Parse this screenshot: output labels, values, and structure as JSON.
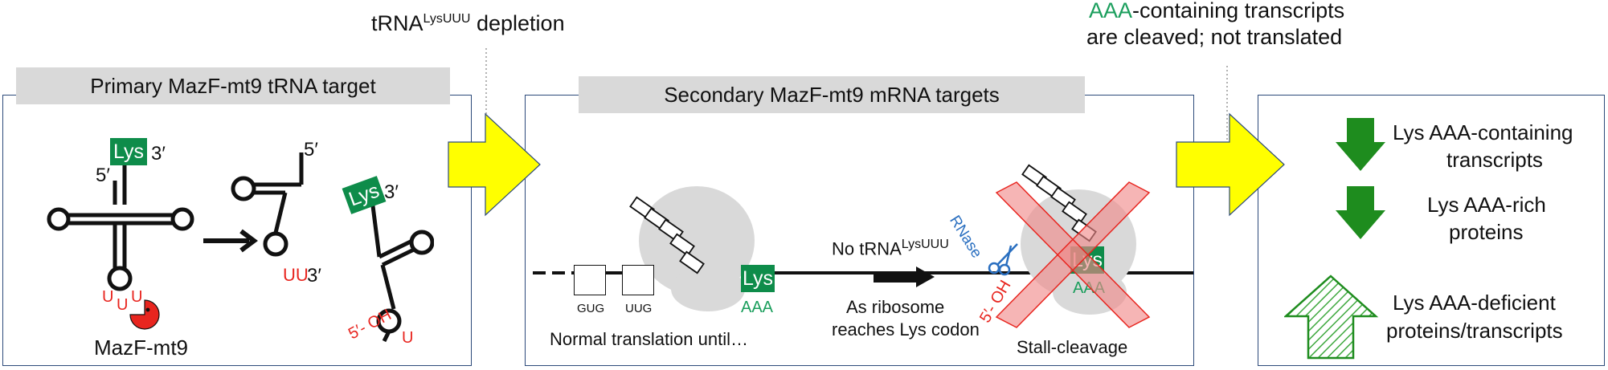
{
  "top_labels": {
    "depletion_prefix": "tRNA",
    "depletion_sup": "LysUUU",
    "depletion_suffix": " depletion",
    "cleaved_green": "AAA",
    "cleaved_rest": "-containing transcripts",
    "cleaved_line2": "are cleaved; not translated"
  },
  "panel1": {
    "title": "Primary MazF-mt9 tRNA target",
    "lys": "Lys",
    "three_prime": "3′",
    "five_prime": "5′",
    "u1": "U",
    "u2": "U",
    "u3": "U",
    "enzyme": "MazF-mt9",
    "frag_five": "5′",
    "frag_uu": "UU",
    "frag_three": "3′",
    "lys2": "Lys",
    "three_prime2": "3′",
    "oh_label": "5′- OH",
    "oh_u": "U"
  },
  "panel2": {
    "title": "Secondary MazF-mt9 mRNA targets",
    "codon1": "GUG",
    "codon2": "UUG",
    "lys": "Lys",
    "aaa": "AAA",
    "normal": "Normal translation until…",
    "no_trna_prefix": "No tRNA",
    "no_trna_sup": "LysUUU",
    "reaches_line1": "As ribosome",
    "reaches_line2": "reaches Lys codon",
    "rnase": "RNase",
    "lys2": "Lys",
    "aaa2": "AAA",
    "oh_label": "5′- OH",
    "stall": "Stall-cleavage"
  },
  "panel3": {
    "r1_line1": "Lys AAA-containing",
    "r1_line2": "transcripts",
    "r2_line1": "Lys AAA-rich",
    "r2_line2": "proteins",
    "r3_line1": "Lys AAA-deficient",
    "r3_line2": "proteins/transcripts"
  },
  "colors": {
    "lys_green": "#0e8c4a",
    "cut_red": "#e8251f",
    "aaa_green": "#1a9e5c",
    "arrow_yellow": "#ffff00",
    "down_arrow_green": "#1e8c1e",
    "up_arrow_hatch": "#3ea83e",
    "rnase_blue": "#2a6fc0",
    "panel_border": "#2c4a7a",
    "banner_gray": "#d9d9d9",
    "ribosome_gray": "#d9d9d9",
    "cross_pink": "#f08888"
  },
  "icons": [
    "scissors-icon",
    "mazf-pacman-icon",
    "ribosome-icon",
    "trna-cloverleaf-icon"
  ]
}
